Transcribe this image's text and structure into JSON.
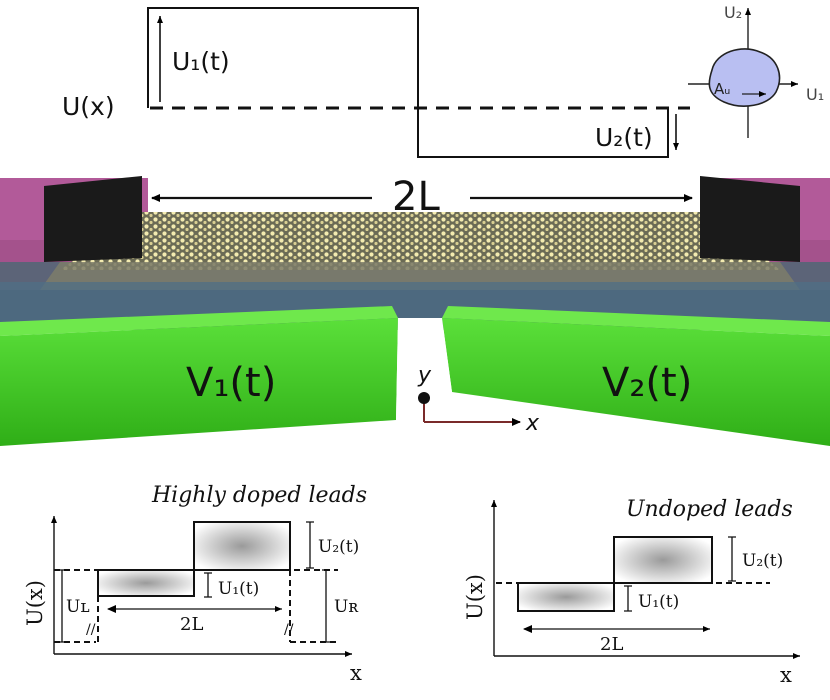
{
  "top_schematic": {
    "ux_label": "U(x)",
    "u1_label": "U₁(t)",
    "u2_label": "U₂(t)",
    "two_l_label": "2L"
  },
  "inset": {
    "y_axis_label": "U₂",
    "x_axis_label": "U₁",
    "area_label": "Aᵤ",
    "area_color": "#b9bff2"
  },
  "device": {
    "left_gate_label": "V₁(t)",
    "right_gate_label": "V₂(t)",
    "axis_y_label": "y",
    "axis_x_label": "x",
    "gate_color": "#3cc41c",
    "lead_color": "#b25a99"
  },
  "panel_left": {
    "title": "Highly doped leads",
    "y_axis_label": "U(x)",
    "x_axis_label": "x",
    "u1_label": "U₁(t)",
    "u2_label": "U₂(t)",
    "ul_label": "Uʟ",
    "ur_label": "Uʀ",
    "two_l_label": "2L"
  },
  "panel_right": {
    "title": "Undoped leads",
    "y_axis_label": "U(x)",
    "x_axis_label": "x",
    "u1_label": "U₁(t)",
    "u2_label": "U₂(t)",
    "two_l_label": "2L"
  }
}
